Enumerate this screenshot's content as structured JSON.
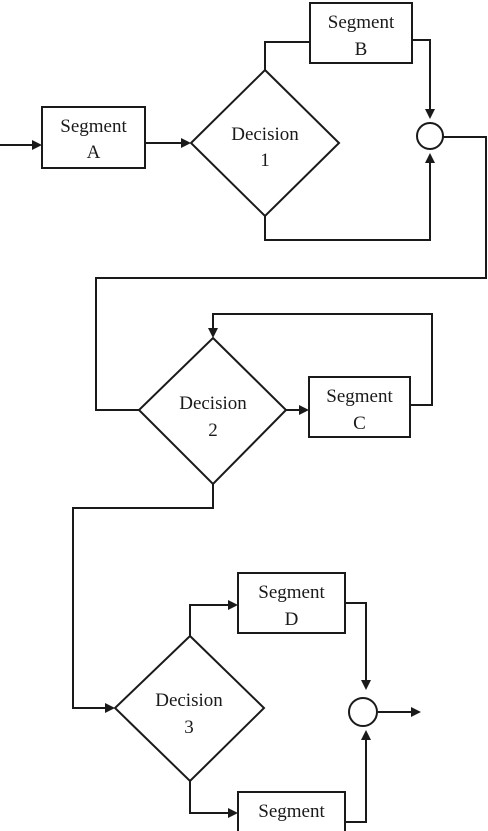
{
  "segments": {
    "a": {
      "line1": "Segment",
      "line2": "A"
    },
    "b": {
      "line1": "Segment",
      "line2": "B"
    },
    "c": {
      "line1": "Segment",
      "line2": "C"
    },
    "d": {
      "line1": "Segment",
      "line2": "D"
    },
    "e": {
      "line1": "Segment"
    }
  },
  "decisions": {
    "d1": {
      "line1": "Decision",
      "line2": "1"
    },
    "d2": {
      "line1": "Decision",
      "line2": "2"
    },
    "d3": {
      "line1": "Decision",
      "line2": "3"
    }
  }
}
